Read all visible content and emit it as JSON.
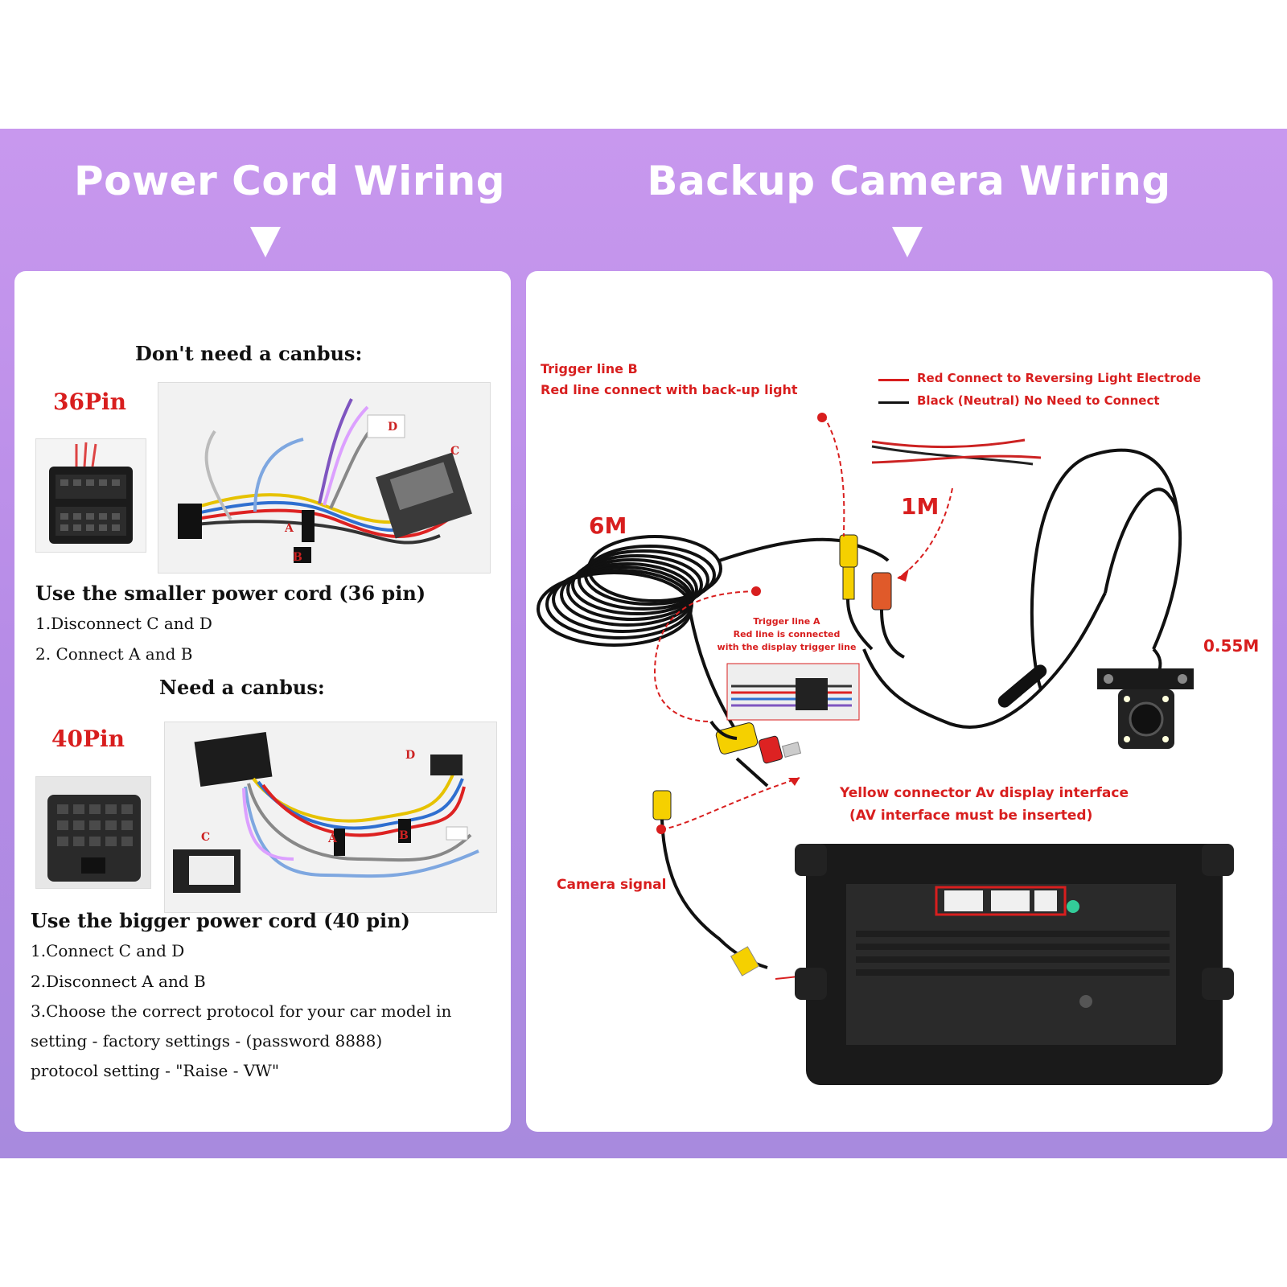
{
  "left": {
    "title": "Power Cord Wiring",
    "section1": {
      "heading": "Don't need a canbus:",
      "pin_label": "36Pin",
      "harness_letters": [
        "D",
        "C",
        "A",
        "B"
      ],
      "cord_title": "Use the smaller power cord (36 pin)",
      "steps": [
        "1.Disconnect C and D",
        "2. Connect A and B"
      ]
    },
    "section2": {
      "heading": "Need a canbus:",
      "pin_label": "40Pin",
      "harness_letters": [
        "D",
        "C",
        "A",
        "B"
      ],
      "cord_title": "Use the bigger power cord (40 pin)",
      "steps": [
        "1.Connect C and D",
        "2.Disconnect A and B",
        "3.Choose the correct protocol for your car model in",
        "setting - factory settings - (password 8888)",
        "protocol setting - \"Raise - VW\""
      ]
    }
  },
  "right": {
    "title": "Backup Camera Wiring",
    "trigger_b": [
      "Trigger line B",
      "Red line connect with back-up light"
    ],
    "legend": [
      "Red Connect to Reversing Light Electrode",
      "Black (Neutral) No Need to Connect"
    ],
    "lengths": [
      "6M",
      "1M",
      "0.55M"
    ],
    "trigger_a": [
      "Trigger line A",
      "Red line is connected",
      "with the display trigger line"
    ],
    "yellow_connector": [
      "Yellow connector Av display interface",
      "(AV interface must be inserted)"
    ],
    "camera_signal": "Camera signal"
  },
  "colors": {
    "band": "#b58be6",
    "annotation_red": "#d81e1e",
    "rca_yellow": "#f5d000"
  }
}
